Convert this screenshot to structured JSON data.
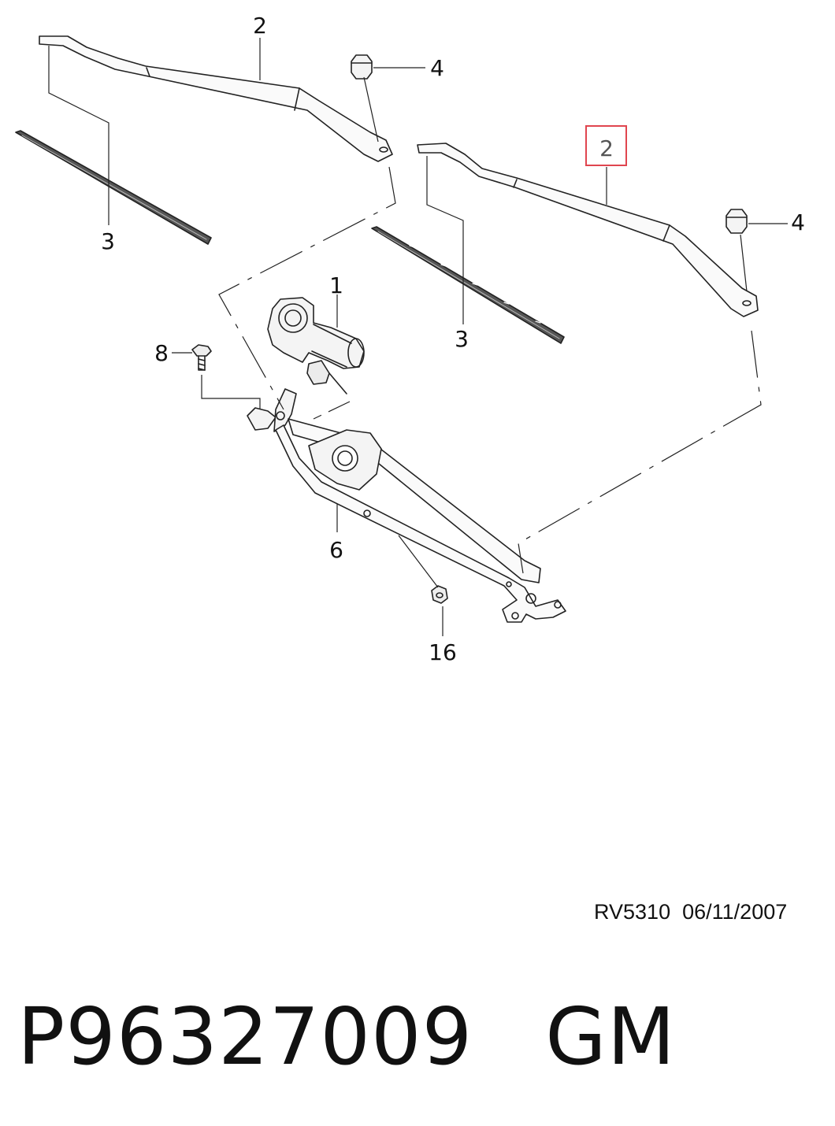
{
  "callouts": [
    {
      "id": "motor",
      "label": "1"
    },
    {
      "id": "arm-left",
      "label": "2"
    },
    {
      "id": "arm-right",
      "label": "2",
      "highlighted": true
    },
    {
      "id": "blade-left",
      "label": "3"
    },
    {
      "id": "blade-right",
      "label": "3"
    },
    {
      "id": "cap-left",
      "label": "4"
    },
    {
      "id": "cap-right",
      "label": "4"
    },
    {
      "id": "linkage",
      "label": "6"
    },
    {
      "id": "bolt",
      "label": "8"
    },
    {
      "id": "nut",
      "label": "16"
    }
  ],
  "highlight_color": "#e0454f",
  "reference": {
    "code": "RV5310",
    "date": "06/11/2007"
  },
  "part_number": "P96327009",
  "brand": "GM"
}
